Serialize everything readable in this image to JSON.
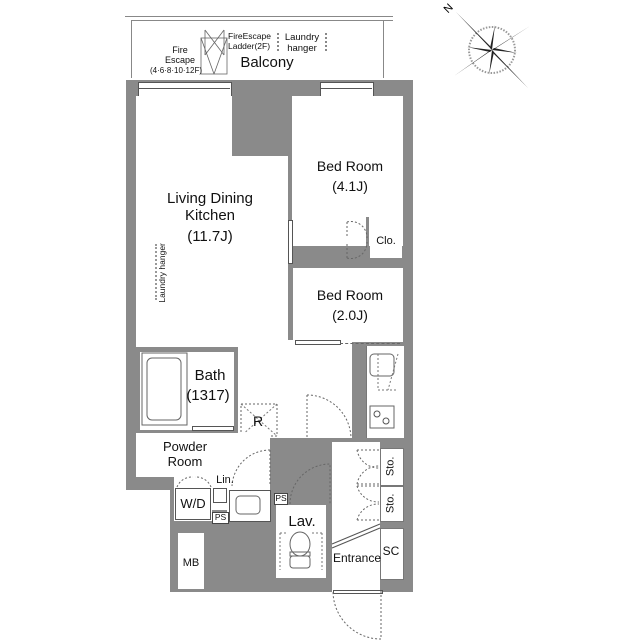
{
  "balcony": {
    "label": "Balcony",
    "fire_escape": "Fire\nEscape",
    "fire_escape_floors": "(4·6·8·10·12F)",
    "fire_escape_ladder": "FireEscape\nLadder(2F)",
    "laundry_hanger": "Laundry\nhanger"
  },
  "compass": {
    "north_label": "N",
    "icon": "compass-rose-icon"
  },
  "rooms": {
    "ldk": {
      "name": "Living Dining\nKitchen",
      "size": "(11.7J)",
      "laundry_hanger": "Laundry hanger"
    },
    "bedroom1": {
      "name": "Bed Room",
      "size": "(4.1J)"
    },
    "closet": {
      "name": "Clo."
    },
    "bedroom2": {
      "name": "Bed Room",
      "size": "(2.0J)"
    },
    "bath": {
      "name": "Bath",
      "size": "(1317)"
    },
    "refrigerator": {
      "name": "R"
    },
    "powder_room": {
      "name": "Powder\nRoom"
    },
    "linen": {
      "name": "Lin."
    },
    "washer_dryer": {
      "name": "W/D"
    },
    "ps1": {
      "name": "PS"
    },
    "ps2": {
      "name": "PS"
    },
    "lavatory": {
      "name": "Lav."
    },
    "storage1": {
      "name": "Sto."
    },
    "storage2": {
      "name": "Sto."
    },
    "shoe_closet": {
      "name": "SC"
    },
    "entrance": {
      "name": "Entrance"
    },
    "meter_box": {
      "name": "MB"
    }
  },
  "colors": {
    "wall": "#8a8a8a",
    "floor": "#ffffff",
    "line": "#555555"
  }
}
